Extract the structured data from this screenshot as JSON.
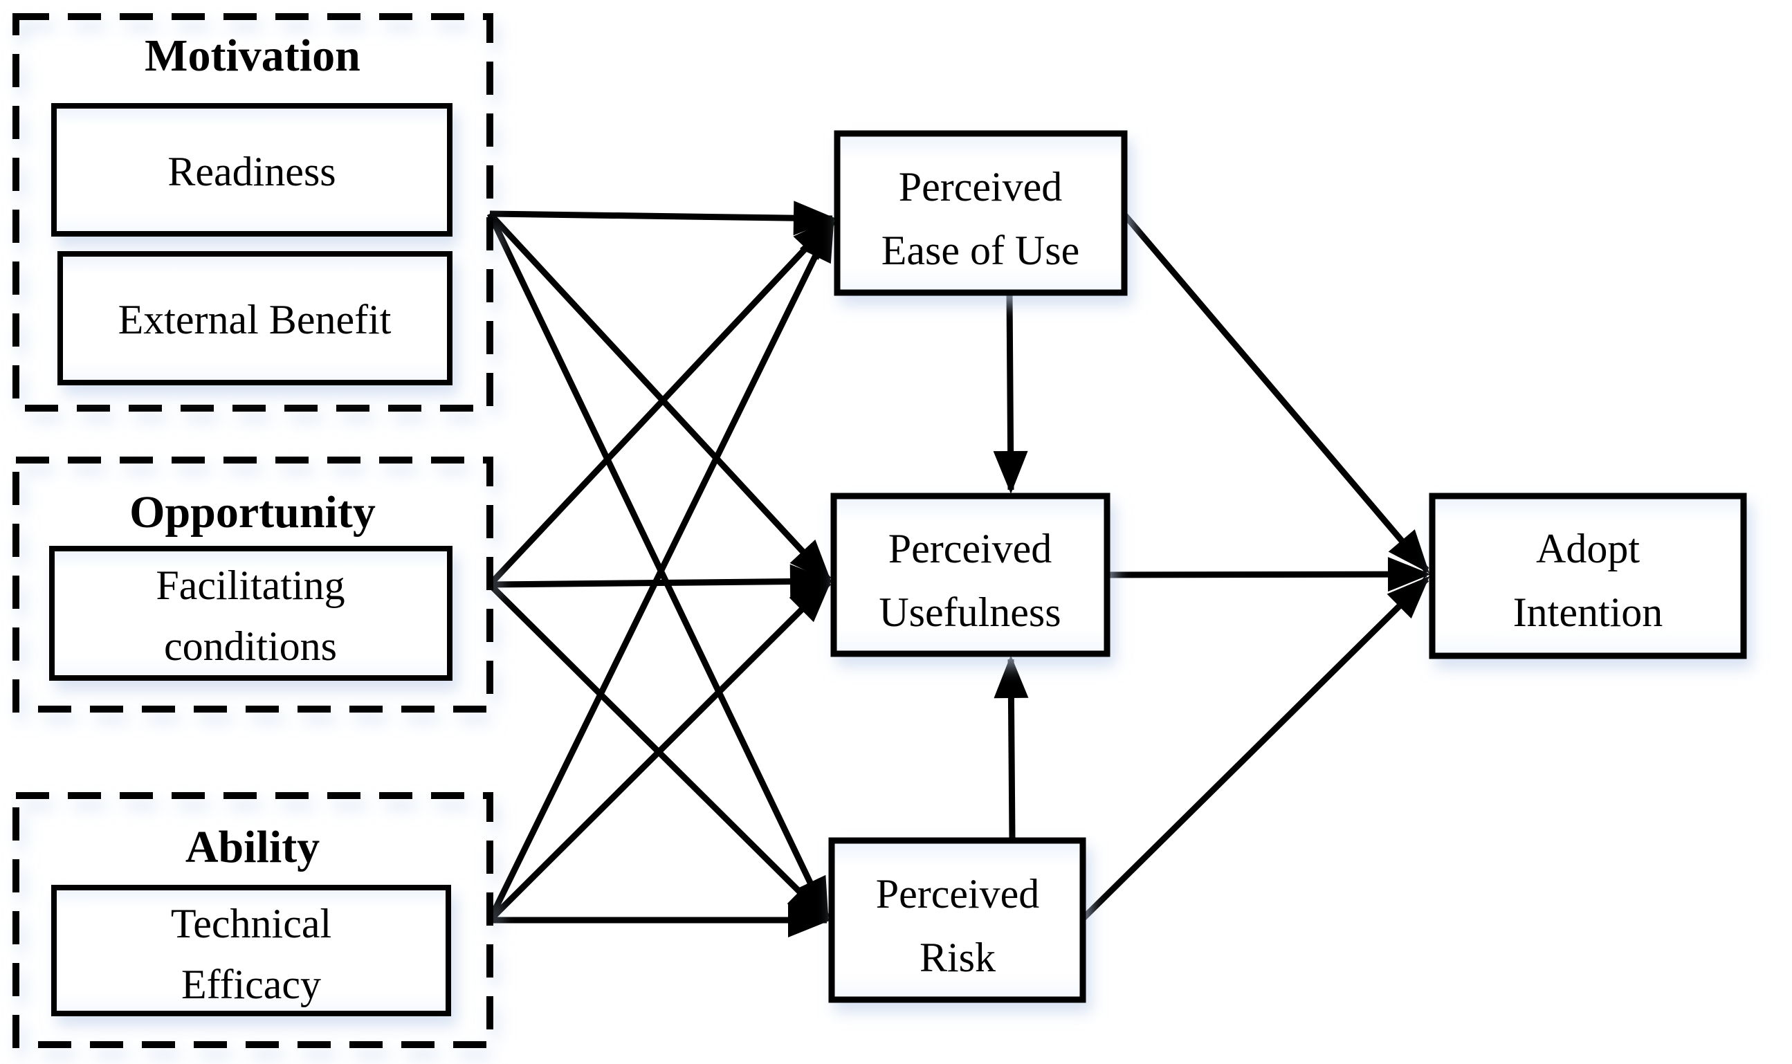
{
  "figure": {
    "background_color": "#ffffff",
    "line_color": "#000000",
    "shadow_color": "#c3d2ec"
  },
  "groups": [
    {
      "id": "motivation",
      "title": "Motivation",
      "boxes": [
        {
          "id": "readiness",
          "lines": [
            "Readiness"
          ]
        },
        {
          "id": "external-benefit",
          "lines": [
            "External Benefit"
          ]
        }
      ]
    },
    {
      "id": "opportunity",
      "title": "Opportunity",
      "boxes": [
        {
          "id": "facilitating-conditions",
          "lines": [
            "Facilitating",
            "conditions"
          ]
        }
      ]
    },
    {
      "id": "ability",
      "title": "Ability",
      "boxes": [
        {
          "id": "technical-efficacy",
          "lines": [
            "Technical",
            "Efficacy"
          ]
        }
      ]
    }
  ],
  "nodes": [
    {
      "id": "perceived-ease-of-use",
      "lines": [
        "Perceived",
        "Ease of Use"
      ]
    },
    {
      "id": "perceived-usefulness",
      "lines": [
        "Perceived",
        "Usefulness"
      ]
    },
    {
      "id": "perceived-risk",
      "lines": [
        "Perceived",
        "Risk"
      ]
    },
    {
      "id": "adopt-intention",
      "lines": [
        "Adopt",
        "Intention"
      ]
    }
  ],
  "edges": [
    {
      "from": "motivation",
      "to": "perceived-ease-of-use"
    },
    {
      "from": "motivation",
      "to": "perceived-usefulness"
    },
    {
      "from": "motivation",
      "to": "perceived-risk"
    },
    {
      "from": "opportunity",
      "to": "perceived-ease-of-use"
    },
    {
      "from": "opportunity",
      "to": "perceived-usefulness"
    },
    {
      "from": "opportunity",
      "to": "perceived-risk"
    },
    {
      "from": "ability",
      "to": "perceived-ease-of-use"
    },
    {
      "from": "ability",
      "to": "perceived-usefulness"
    },
    {
      "from": "ability",
      "to": "perceived-risk"
    },
    {
      "from": "perceived-ease-of-use",
      "to": "perceived-usefulness"
    },
    {
      "from": "perceived-risk",
      "to": "perceived-usefulness"
    },
    {
      "from": "perceived-ease-of-use",
      "to": "adopt-intention"
    },
    {
      "from": "perceived-usefulness",
      "to": "adopt-intention"
    },
    {
      "from": "perceived-risk",
      "to": "adopt-intention"
    }
  ]
}
